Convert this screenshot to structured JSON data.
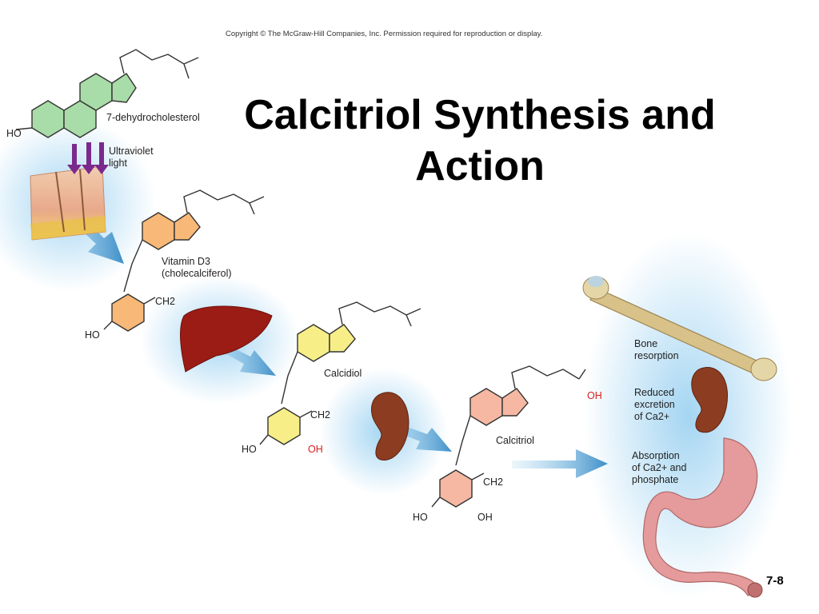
{
  "header": {
    "copyright": "Copyright © The McGraw-Hill Companies, Inc. Permission required for reproduction or display."
  },
  "title": {
    "line1": "Calcitriol Synthesis and",
    "line2": "Action"
  },
  "molecules": {
    "dehydrocholesterol": {
      "name": "7-dehydrocholesterol",
      "ho": "HO"
    },
    "uv_light": {
      "line1": "Ultraviolet",
      "line2": "light"
    },
    "vitamin_d3": {
      "line1": "Vitamin D3",
      "line2": "(cholecalciferol)",
      "ch2": "CH2",
      "ho": "HO"
    },
    "calcidiol": {
      "name": "Calcidiol",
      "ch2": "CH2",
      "ho": "HO",
      "oh": "OH"
    },
    "calcitriol": {
      "name": "Calcitriol",
      "ch2": "CH2",
      "ho": "HO",
      "oh": "OH",
      "oh_side": "OH"
    }
  },
  "actions": {
    "bone": {
      "line1": "Bone",
      "line2": "resorption"
    },
    "kidney": {
      "line1": "Reduced",
      "line2": "excretion",
      "line3": "of Ca2+"
    },
    "intestine": {
      "line1": "Absorption",
      "line2": "of Ca2+ and",
      "line3": "phosphate"
    }
  },
  "slide_number": "7-8",
  "colors": {
    "green_ring": "#a8dca8",
    "orange_ring": "#f7b878",
    "yellow_ring": "#f7ee88",
    "pink_ring": "#f6b8a2",
    "arrow_blue": "#5aa6d6",
    "liver": "#9a1c14",
    "kidney": "#8c3c20",
    "bone": "#d8c28a",
    "stomach": "#e59b9b"
  }
}
